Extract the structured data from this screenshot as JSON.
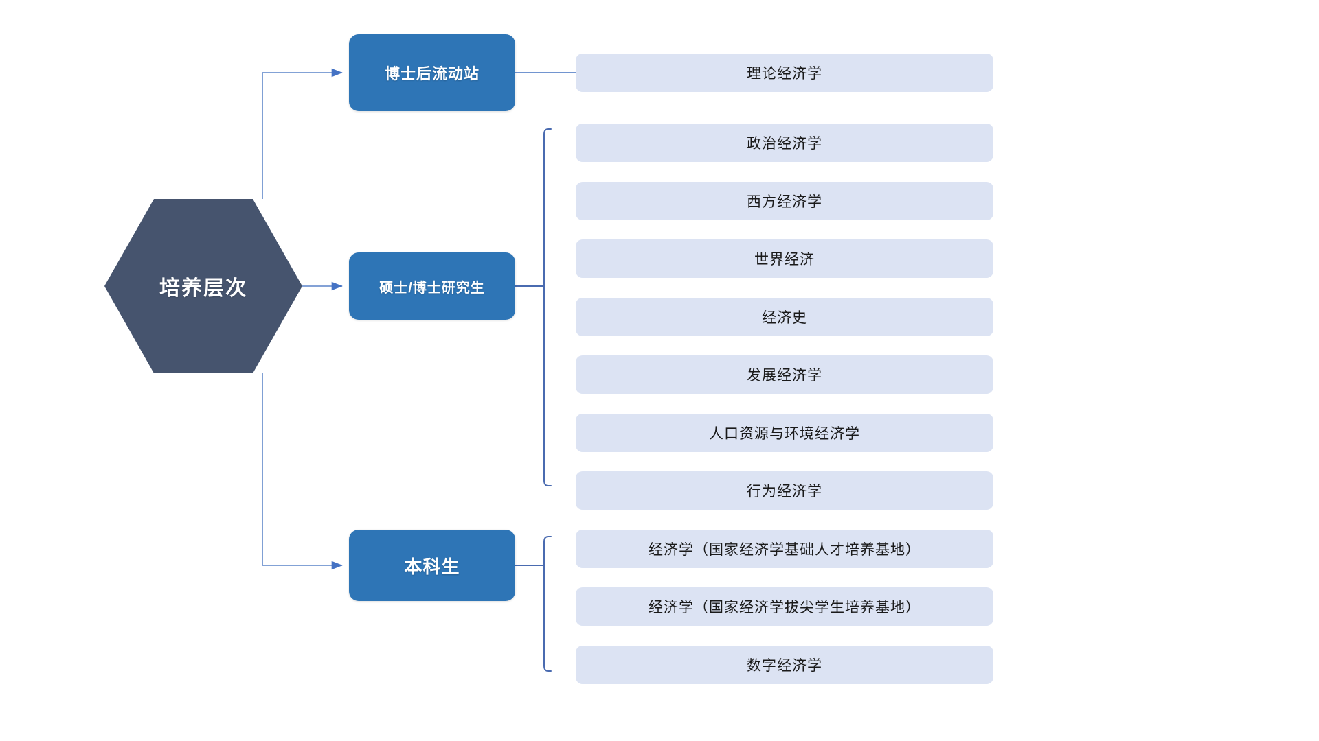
{
  "diagram": {
    "title": "培养层次",
    "type": "organization-tree",
    "colors": {
      "root_fill": "#46546E",
      "branch_fill": "#2E75B6",
      "leaf_fill": "#DCE3F3",
      "connector": "#4472C4",
      "root_text": "#FFFFFF",
      "branch_text": "#FFFFFF",
      "leaf_text": "#1A1A1A",
      "background": "#FFFFFF"
    },
    "root": {
      "label": "培养层次",
      "shape": "hexagon"
    },
    "branches": [
      {
        "id": "postdoc",
        "label": "博士后流动站",
        "connector": "line",
        "leaves": [
          {
            "label": "理论经济学"
          }
        ]
      },
      {
        "id": "graduate",
        "label": "硕士/博士研究生",
        "connector": "bracket",
        "leaves": [
          {
            "label": "政治经济学"
          },
          {
            "label": "西方经济学"
          },
          {
            "label": "世界经济"
          },
          {
            "label": "经济史"
          },
          {
            "label": "发展经济学"
          },
          {
            "label": "人口资源与环境经济学"
          },
          {
            "label": "行为经济学"
          }
        ]
      },
      {
        "id": "undergrad",
        "label": "本科生",
        "connector": "bracket",
        "leaves": [
          {
            "label": "经济学（国家经济学基础人才培养基地）"
          },
          {
            "label": "经济学（国家经济学拔尖学生培养基地）"
          },
          {
            "label": "数字经济学"
          }
        ]
      }
    ]
  }
}
